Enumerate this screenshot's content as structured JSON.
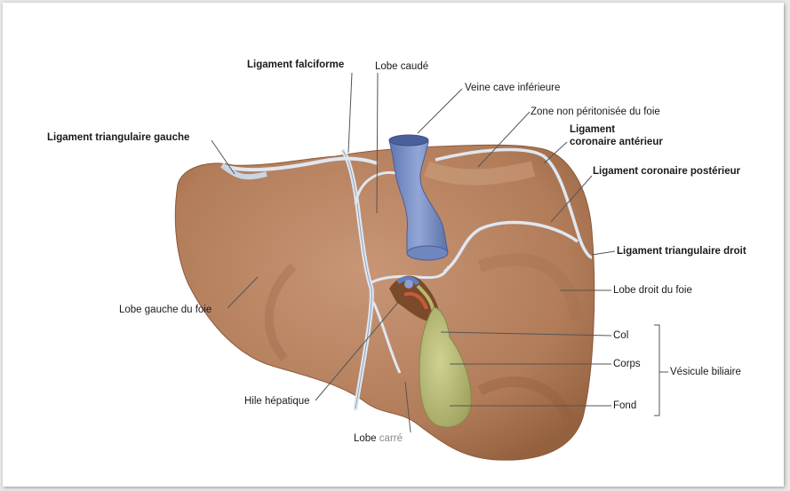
{
  "labels": {
    "ligament_falciforme": "Ligament falciforme",
    "lobe_caude": "Lobe caudé",
    "veine_cave_inferieure": "Veine cave inférieure",
    "zone_non_peritonisee": "Zone non péritonisée du foie",
    "ligament_coronaire_anterieur_1": "Ligament",
    "ligament_coronaire_anterieur_2": "coronaire antérieur",
    "ligament_triangulaire_gauche": "Ligament triangulaire gauche",
    "ligament_coronaire_posterieur": "Ligament coronaire postérieur",
    "ligament_triangulaire_droit": "Ligament triangulaire droit",
    "lobe_droit": "Lobe droit du foie",
    "lobe_gauche": "Lobe gauche du foie",
    "col": "Col",
    "corps": "Corps",
    "fond": "Fond",
    "vesicule_biliaire": "Vésicule biliaire",
    "hile_hepatique": "Hile hépatique",
    "lobe_carre_1": "Lobe",
    "lobe_carre_2": "carré"
  },
  "colors": {
    "liver": "#b98460",
    "liver_dark": "#9c6a4a",
    "liver_light": "#cfa283",
    "vein": "#7f95c8",
    "gallbladder": "#b8bb77",
    "ligament": "#d8e2ee",
    "leader_line": "#555555"
  }
}
